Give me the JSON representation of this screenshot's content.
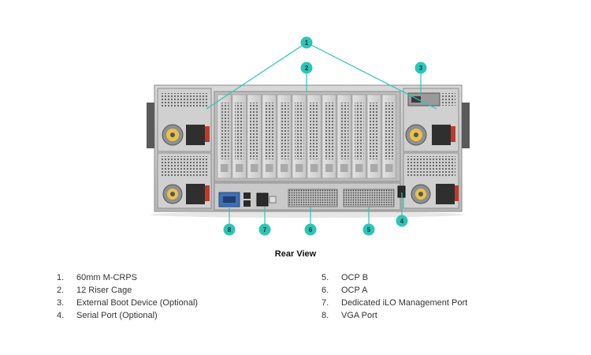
{
  "diagram": {
    "title": "Rear View",
    "accent_color": "#2ec4b6",
    "callouts": [
      "1",
      "2",
      "3",
      "4",
      "5",
      "6",
      "7",
      "8"
    ],
    "legend_left": [
      {
        "num": "1.",
        "text": "60mm M-CRPS"
      },
      {
        "num": "2.",
        "text": "12 Riser Cage"
      },
      {
        "num": "3.",
        "text": "External Boot Device (Optional)"
      },
      {
        "num": "4.",
        "text": "Serial Port (Optional)"
      }
    ],
    "legend_right": [
      {
        "num": "5.",
        "text": "OCP B"
      },
      {
        "num": "6.",
        "text": "OCP A"
      },
      {
        "num": "7.",
        "text": "Dedicated iLO Management Port"
      },
      {
        "num": "8.",
        "text": "VGA Port"
      }
    ]
  }
}
